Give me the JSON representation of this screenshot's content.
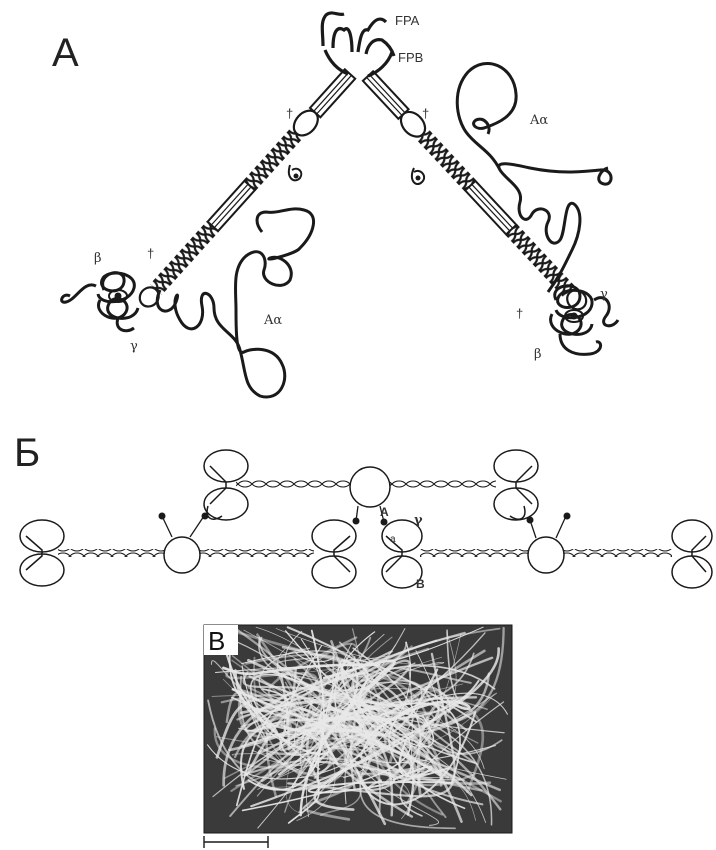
{
  "panels": {
    "a": {
      "label": "A",
      "fpa": "FPA",
      "fpb": "FPB",
      "dagger": "†",
      "a_alpha": "Aα",
      "beta": "β",
      "gamma": "γ"
    },
    "b": {
      "label": "Б",
      "site_a": "A",
      "site_a_small": "a",
      "site_gamma": "γ",
      "site_b": "B"
    },
    "c": {
      "label": "B"
    }
  },
  "colors": {
    "ink": "#1a1a1a",
    "micrograph_bg": "#3a3a3a",
    "fibers": "#e8e8e8"
  }
}
